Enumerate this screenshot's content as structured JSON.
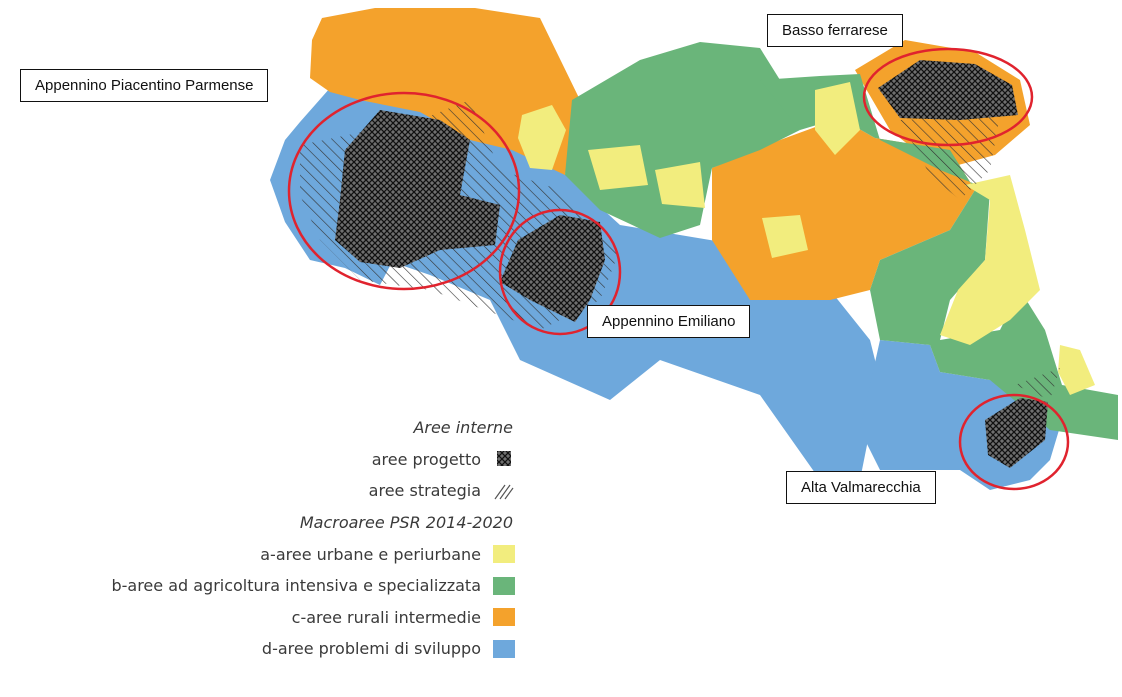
{
  "callouts": {
    "piacentino": "Appennino Piacentino Parmense",
    "ferrarese": "Basso ferrarese",
    "emiliano": "Appennino Emiliano",
    "valmarecchia": "Alta Valmarecchia"
  },
  "legend": {
    "heading_interne": "Aree interne",
    "progetto": "aree progetto",
    "strategia": "aree strategia",
    "heading_macro": "Macroaree PSR 2014-2020",
    "a": "a-aree urbane e periurbane",
    "b": "b-aree ad agricoltura intensiva e specializzata",
    "c": "c-aree rurali intermedie",
    "d": "d-aree problemi di sviluppo"
  },
  "colors": {
    "a_urban": "#f2ed7e",
    "b_agricultural": "#6ab57a",
    "c_rural": "#f4a22c",
    "d_problem": "#6ea8dc",
    "highlight_ellipse": "#e0232e",
    "hatch": "#222222"
  }
}
